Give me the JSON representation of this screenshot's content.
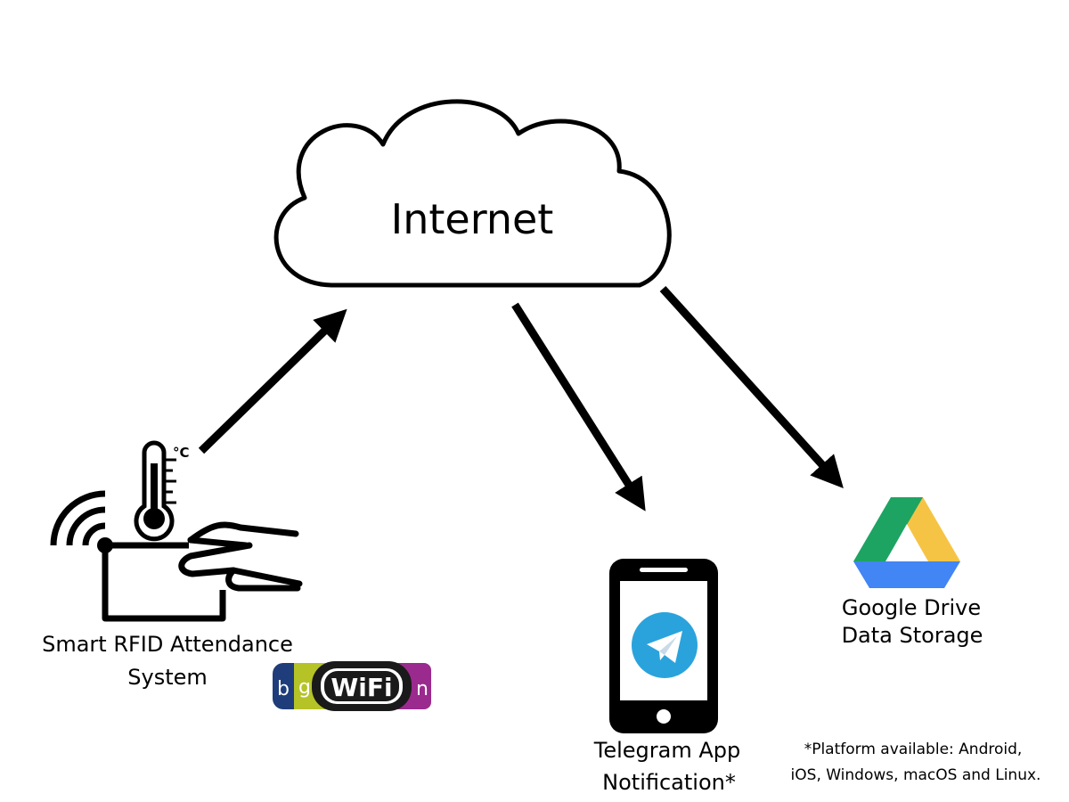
{
  "cloud": {
    "label": "Internet"
  },
  "rfid": {
    "label_line1": "Smart RFID Attendance",
    "label_line2": "System",
    "thermo_unit": "°C"
  },
  "wifi_badge": {
    "letters": [
      "b",
      "g",
      "WiFi",
      "n"
    ],
    "colors": [
      "#1f3d7a",
      "#b5c327",
      "#1a1a1a",
      "#9b2a8e"
    ]
  },
  "telegram": {
    "label_line1": "Telegram App",
    "label_line2": "Notification*",
    "color": "#2aa3dc"
  },
  "gdrive": {
    "label_line1": "Google Drive",
    "label_line2": "Data Storage",
    "colors": {
      "green": "#1da462",
      "yellow": "#f6c445",
      "blue": "#4285f4"
    }
  },
  "footnote": {
    "line1": "*Platform available: Android,",
    "line2": "iOS, Windows, macOS and Linux."
  }
}
